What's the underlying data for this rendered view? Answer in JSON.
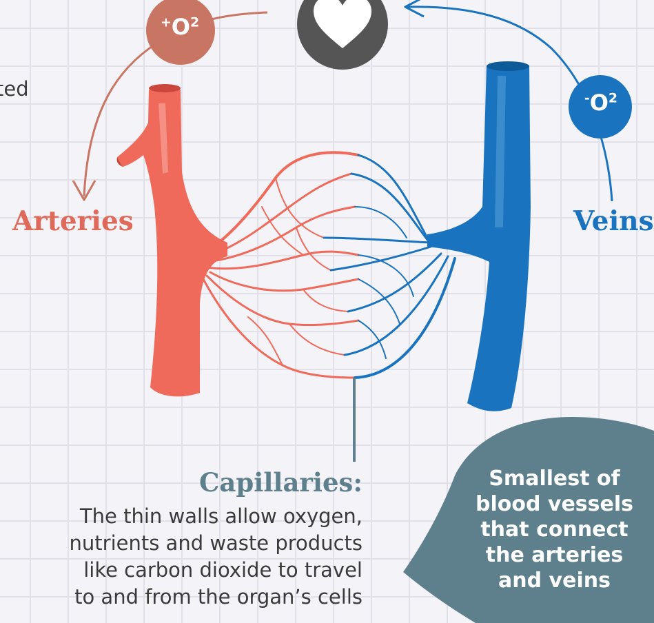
{
  "labels": {
    "arteries": "Arteries",
    "veins": "Veins",
    "capillaries_title": "Capillaries:",
    "capillaries_description": [
      "The thin walls allow oxygen,",
      "nutrients and waste products",
      "like carbon dioxide to travel",
      "to and from the organ’s cells"
    ],
    "partial_left_text": "ted",
    "bubble": [
      "Smallest of",
      "blood vessels",
      "that connect",
      "the arteries",
      "and veins"
    ]
  },
  "badges": {
    "oxygenated": {
      "sign": "+",
      "text": "O",
      "sup": "2"
    },
    "deoxygenated": {
      "sign": "-",
      "text": "O",
      "sup": "2"
    }
  },
  "icons": [
    "heart-icon",
    "arrow-to-arteries-icon",
    "arrow-to-heart-icon"
  ],
  "colors": {
    "artery": "#ef6a5a",
    "vein": "#1a73be",
    "oxygen_badge": "#c97563",
    "deoxygen_badge": "#1a73be",
    "heart_circle": "#555555",
    "callout": "#5e808c",
    "grid_background": "#f4f3f8"
  }
}
